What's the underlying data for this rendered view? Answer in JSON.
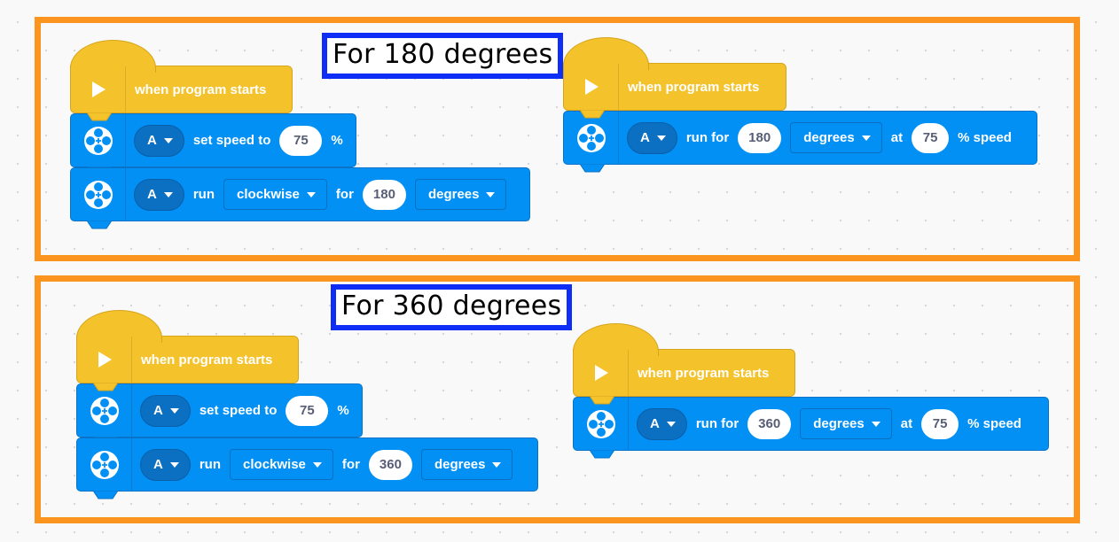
{
  "colors": {
    "frame": "#fb951f",
    "label_border": "#0f2ef5",
    "event_block": "#f4c22b",
    "motor_block": "#0290f5",
    "port_pill": "#0b6fc2",
    "background": "#f9f9f9"
  },
  "sections": [
    {
      "label": "For 180 degrees",
      "left_stack": {
        "hat": {
          "icon": "play-icon",
          "text": "when program starts"
        },
        "blocks": [
          {
            "icon": "motor-icon",
            "port": "A",
            "words": [
              "set speed to"
            ],
            "value": "75",
            "suffix": "%"
          },
          {
            "icon": "motor-icon",
            "port": "A",
            "word_run": "run",
            "direction": "clockwise",
            "word_for": "for",
            "amount": "180",
            "unit": "degrees"
          }
        ]
      },
      "right_stack": {
        "hat": {
          "icon": "play-icon",
          "text": "when program starts"
        },
        "block": {
          "icon": "motor-icon",
          "port": "A",
          "word_run_for": "run for",
          "amount": "180",
          "unit": "degrees",
          "word_at": "at",
          "speed": "75",
          "suffix": "% speed"
        }
      }
    },
    {
      "label": "For 360 degrees",
      "left_stack": {
        "hat": {
          "icon": "play-icon",
          "text": "when program starts"
        },
        "blocks": [
          {
            "icon": "motor-icon",
            "port": "A",
            "words": [
              "set speed to"
            ],
            "value": "75",
            "suffix": "%"
          },
          {
            "icon": "motor-icon",
            "port": "A",
            "word_run": "run",
            "direction": "clockwise",
            "word_for": "for",
            "amount": "360",
            "unit": "degrees"
          }
        ]
      },
      "right_stack": {
        "hat": {
          "icon": "play-icon",
          "text": "when program starts"
        },
        "block": {
          "icon": "motor-icon",
          "port": "A",
          "word_run_for": "run for",
          "amount": "360",
          "unit": "degrees",
          "word_at": "at",
          "speed": "75",
          "suffix": "% speed"
        }
      }
    }
  ]
}
